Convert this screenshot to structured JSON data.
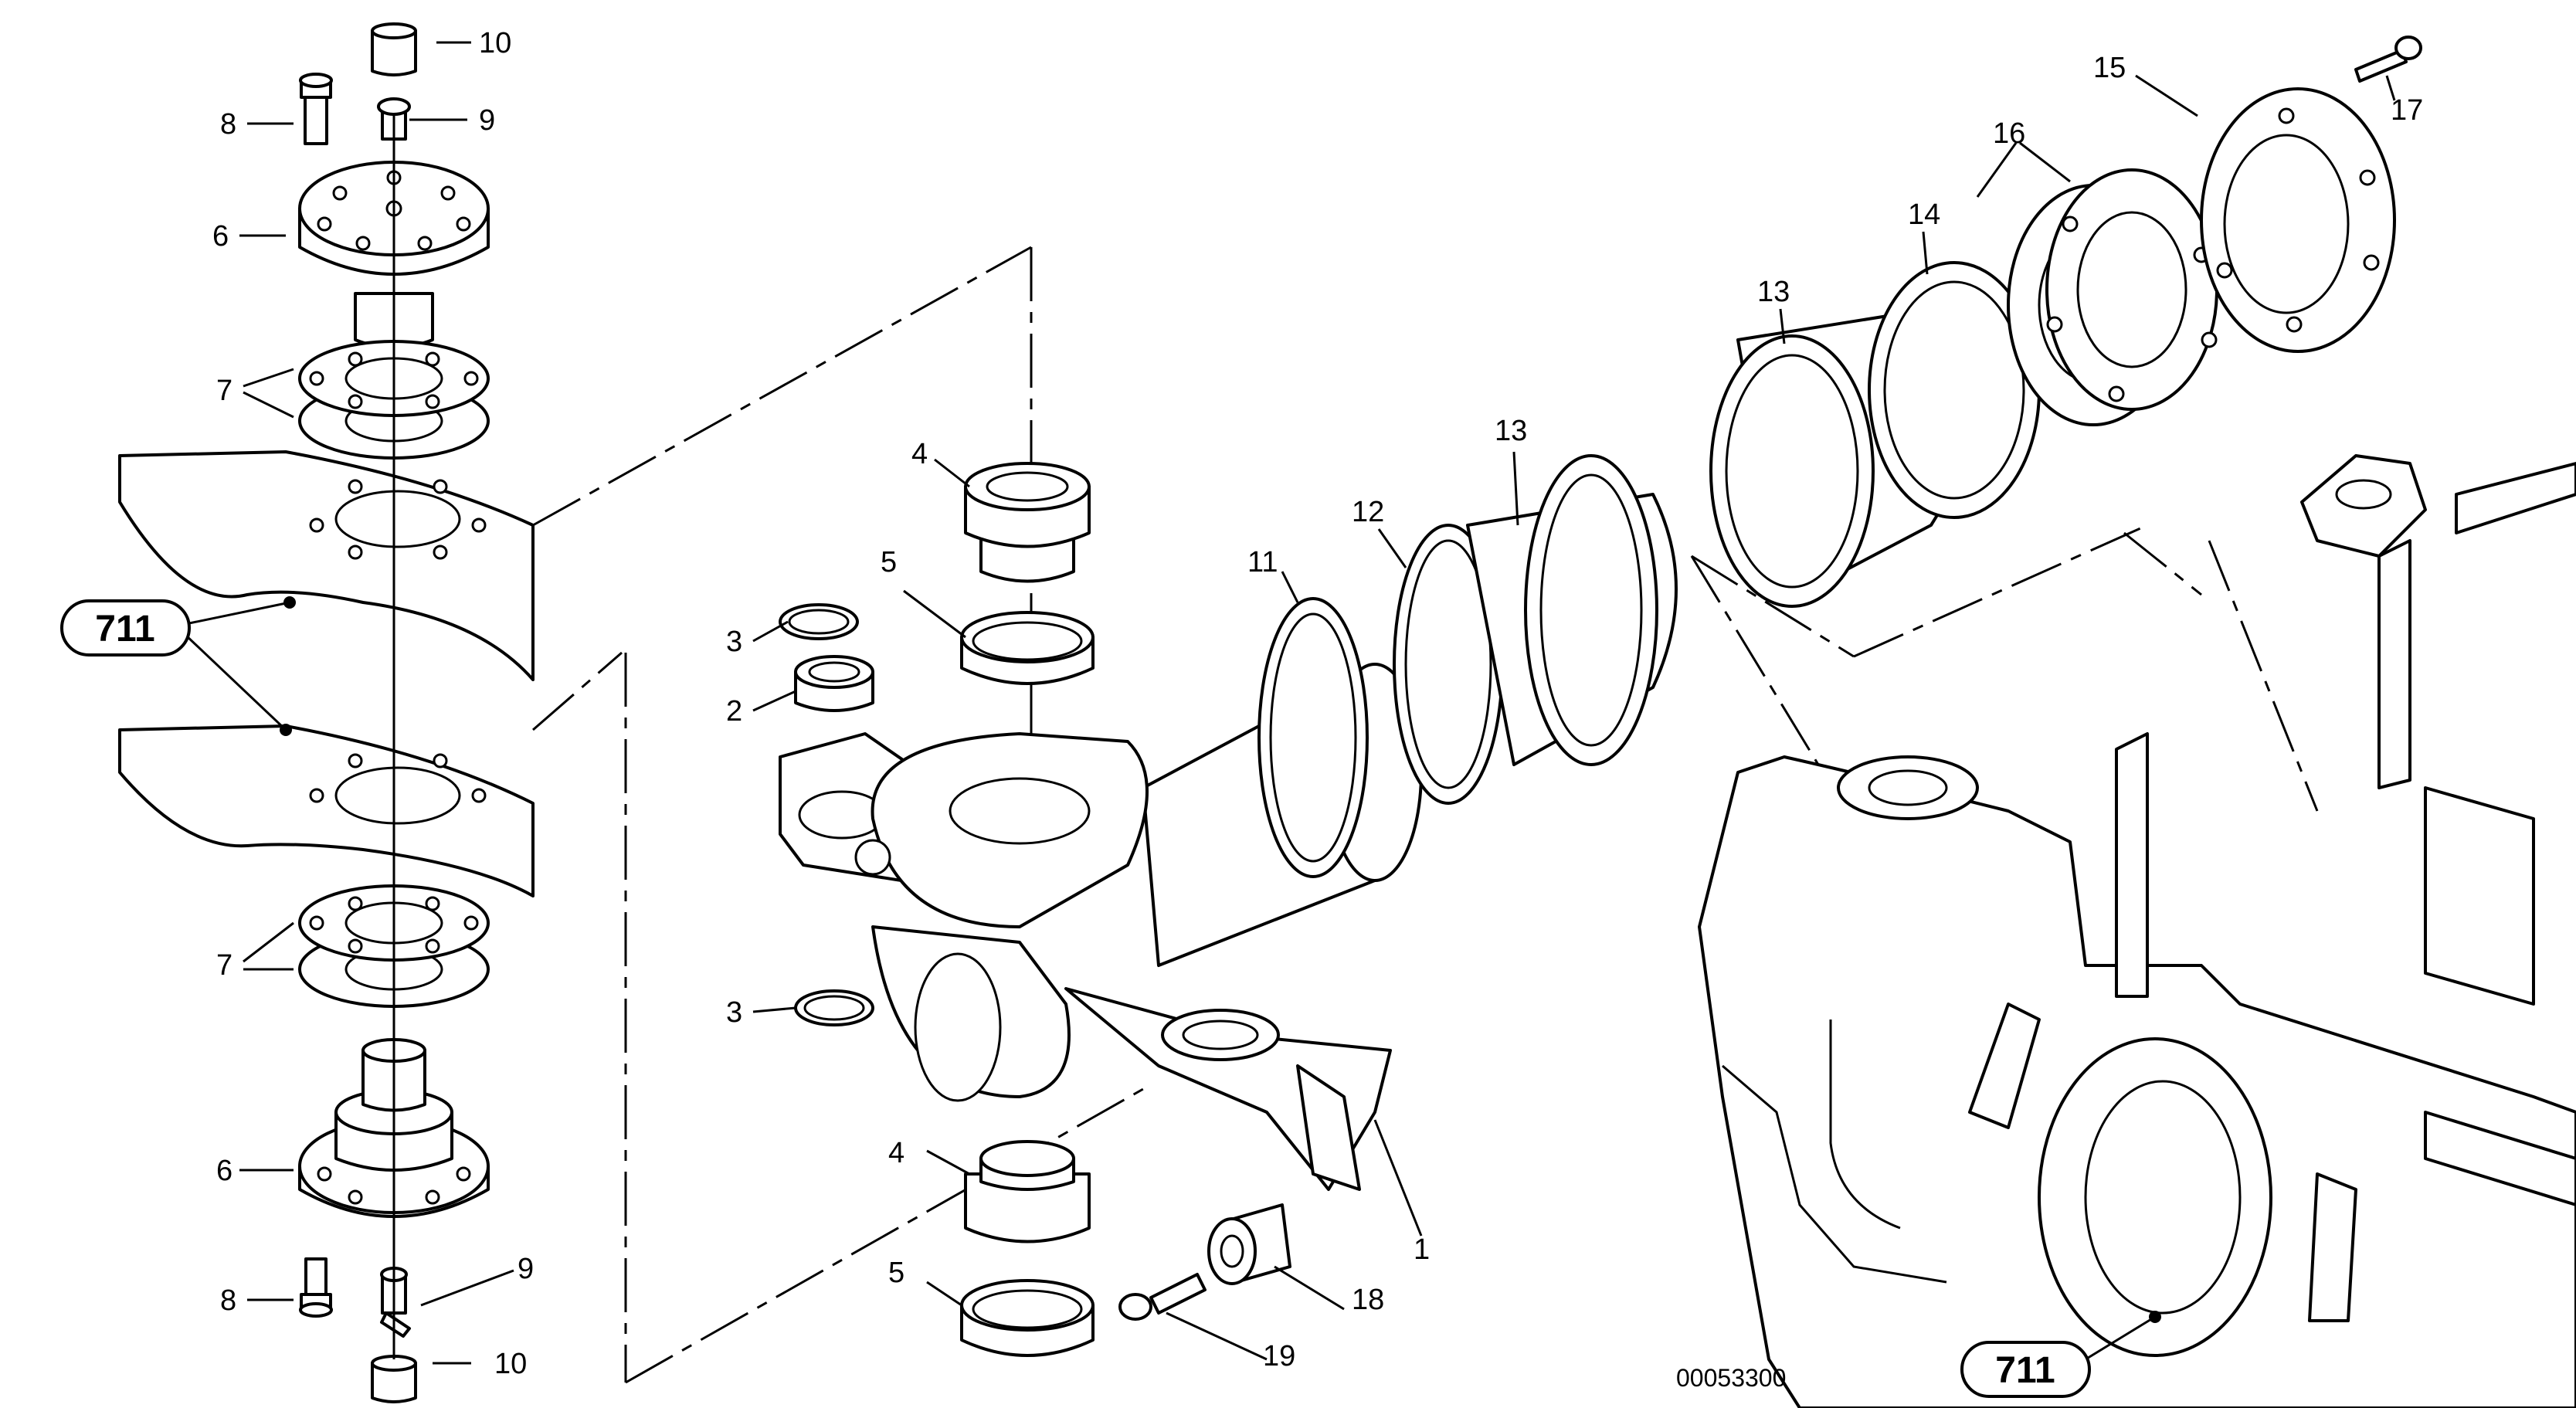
{
  "diagram": {
    "labels": {
      "n1": "1",
      "n2": "2",
      "n3a": "3",
      "n3b": "3",
      "n4a": "4",
      "n4b": "4",
      "n5a": "5",
      "n5b": "5",
      "n6a": "6",
      "n6b": "6",
      "n7a": "7",
      "n7b": "7",
      "n8a": "8",
      "n8b": "8",
      "n9a": "9",
      "n9b": "9",
      "n10a": "10",
      "n10b": "10",
      "n11": "11",
      "n12": "12",
      "n13a": "13",
      "n13b": "13",
      "n14": "14",
      "n15": "15",
      "n16": "16",
      "n17": "17",
      "n18": "18",
      "n19": "19"
    },
    "references": {
      "left": "711",
      "right": "711"
    },
    "drawing_code": "00053300"
  }
}
